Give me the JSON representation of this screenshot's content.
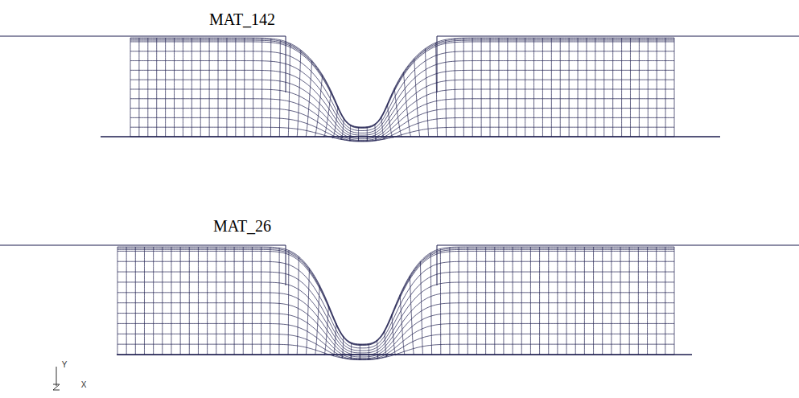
{
  "diagram": {
    "labels": [
      "MAT_142",
      "MAT_26",
      "Y",
      "X"
    ]
  }
}
